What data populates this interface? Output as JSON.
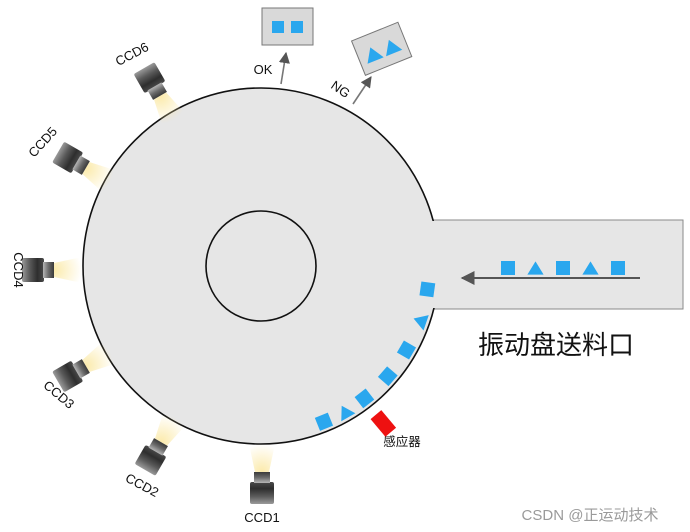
{
  "labels": {
    "ok": "OK",
    "ng": "NG",
    "feeder": "振动盘送料口",
    "sensor": "感应器",
    "watermark": "CSDN @正运动技术"
  },
  "cameras": [
    {
      "id": "ccd1",
      "label": "CCD1"
    },
    {
      "id": "ccd2",
      "label": "CCD2"
    },
    {
      "id": "ccd3",
      "label": "CCD3"
    },
    {
      "id": "ccd4",
      "label": "CCD4"
    },
    {
      "id": "ccd5",
      "label": "CCD5"
    },
    {
      "id": "ccd6",
      "label": "CCD6"
    }
  ],
  "feeder_parts": [
    "square",
    "triangle",
    "square",
    "triangle",
    "square"
  ],
  "disc_parts": [
    "square",
    "triangle",
    "square",
    "square",
    "square",
    "triangle",
    "square"
  ],
  "ok_bin_parts": [
    "square",
    "square"
  ],
  "ng_bin_parts": [
    "triangle",
    "triangle"
  ],
  "colors": {
    "part": "#2aa7ee",
    "disc": "#e6e6e6",
    "feeder": "#e6e6e6",
    "bin": "#d9d9d9",
    "sensor": "#ee1111",
    "light": "#fbe9a6",
    "arrow": "#555555"
  }
}
